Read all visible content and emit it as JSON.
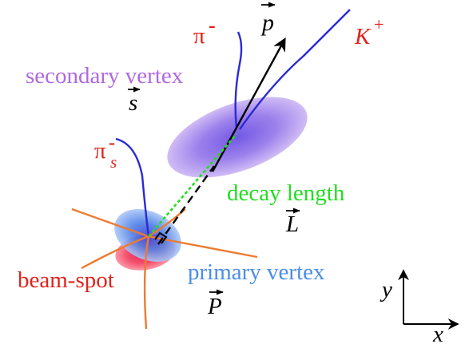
{
  "labels": {
    "momentum": "p",
    "pi_minus": "π",
    "pi_minus_sup": "-",
    "kaon": "K",
    "kaon_sup": "+",
    "secondary_vertex": "secondary vertex",
    "s_vec": "s",
    "pi_s": "π",
    "pi_s_sub": "s",
    "pi_s_sup": "-",
    "decay_length": "decay length",
    "L_vec": "L",
    "beam_spot": "beam-spot",
    "primary_vertex": "primary vertex",
    "P_vec": "P",
    "y_axis": "y",
    "x_axis": "x"
  },
  "colors": {
    "track_blue": "#2a2ad6",
    "orange": "#ee7a30",
    "red_text": "#e0231c",
    "violet_text": "#b06adf",
    "green": "#22dd22",
    "primary_blue": "#4a8ee8",
    "black": "#000000"
  }
}
